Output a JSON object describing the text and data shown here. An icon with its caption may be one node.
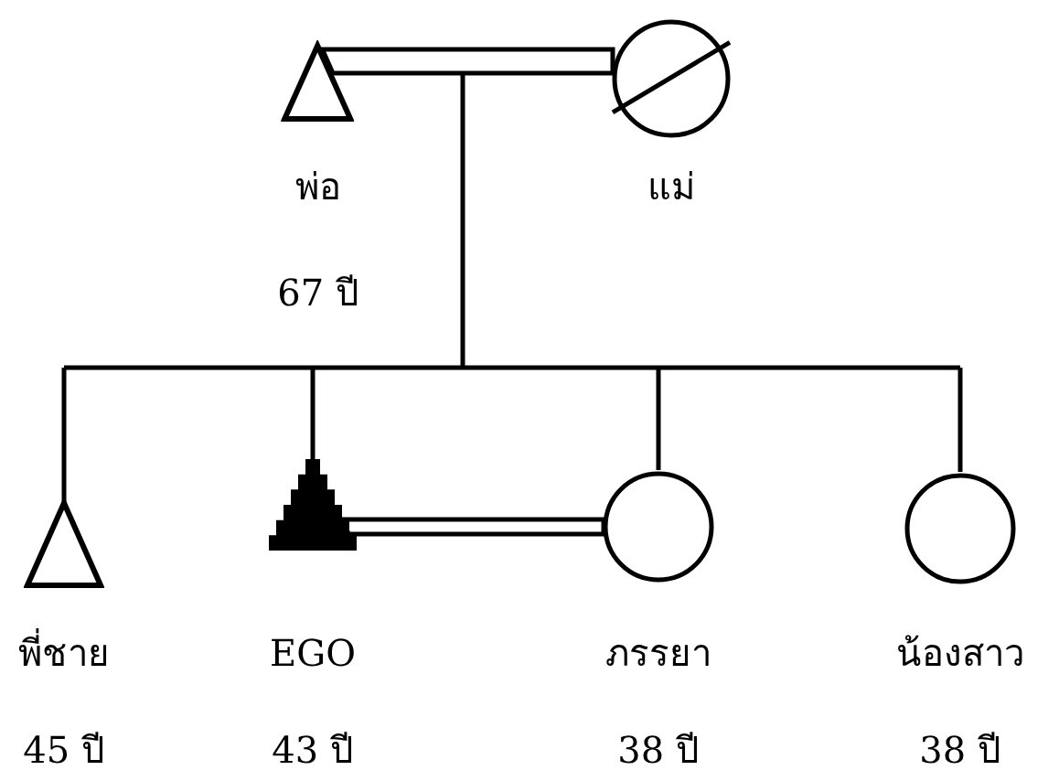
{
  "diagram": {
    "nodes": [
      {
        "text": [
          "พ่อ",
          "67 ปี"
        ]
      },
      {
        "text": [
          "แม่"
        ]
      },
      {
        "text": [
          "พี่ชาย",
          "45 ปี"
        ]
      },
      {
        "text": [
          "EGO",
          "43 ปี"
        ]
      },
      {
        "text": [
          "ภรรยา",
          "38 ปี"
        ]
      },
      {
        "text": [
          "น้องสาว",
          "38 ปี"
        ]
      }
    ],
    "edges": [
      {
        "from": 0,
        "to": 1,
        "arrow": "none"
      },
      {
        "from": null,
        "to": 2,
        "arrow": "none"
      },
      {
        "from": null,
        "to": 3,
        "arrow": "none"
      },
      {
        "from": null,
        "to": 4,
        "arrow": "none"
      },
      {
        "from": null,
        "to": 5,
        "arrow": "none"
      },
      {
        "from": 3,
        "to": 4,
        "arrow": "none"
      }
    ]
  }
}
